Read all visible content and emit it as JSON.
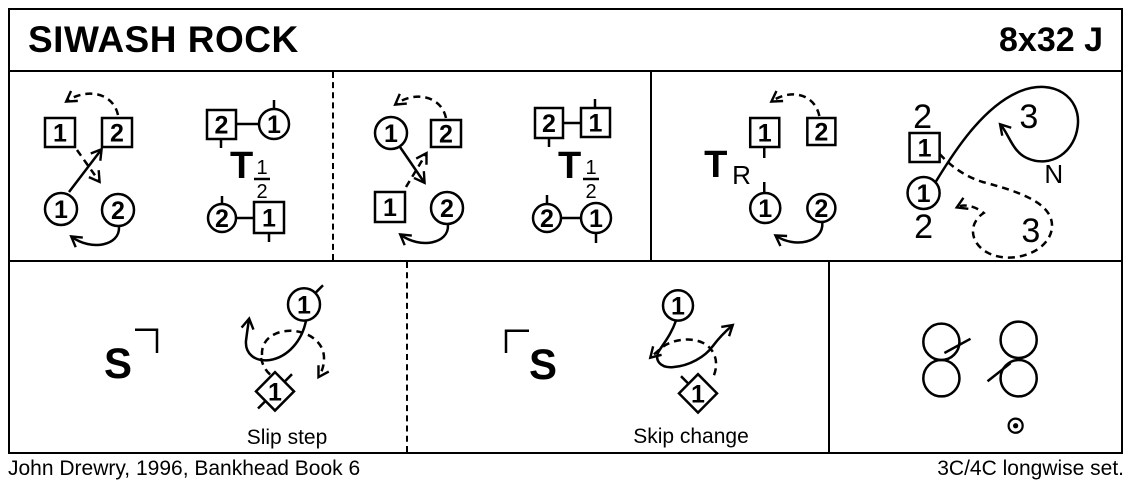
{
  "title": "SIWASH ROCK",
  "code": "8x32 J",
  "footer": {
    "left": "John Drewry, 1996, Bankhead Book 6",
    "right": "3C/4C longwise set."
  },
  "colors": {
    "ink": "#000000",
    "paper": "#ffffff"
  },
  "row1": {
    "cross_a": {
      "sq1": "1",
      "sq2": "2",
      "c1": "1",
      "c2": "2"
    },
    "turn_half_a": {
      "letter": "T",
      "num": "1",
      "den": "2",
      "top_sq": "2",
      "top_circle": "1",
      "bottom_circle": "2",
      "bottom_sq": "1"
    },
    "cross_b": {
      "c_top": "1",
      "sq_top": "2",
      "sq_bottom": "1",
      "c_bottom": "2"
    },
    "turn_half_b": {
      "letter": "T",
      "num": "1",
      "den": "2",
      "top_sq_left": "2",
      "top_sq_right": "1",
      "bottom_c_left": "2",
      "bottom_c_right": "1"
    },
    "turn_r": {
      "letter": "T",
      "sub": "R",
      "sq1": "1",
      "sq2": "2",
      "c1": "1",
      "c2": "2"
    },
    "cast": {
      "top_num": "2",
      "sq": "1",
      "circle": "1",
      "bottom_num": "2",
      "loop_top": "3",
      "loop_bottom": "3",
      "n": "N"
    }
  },
  "row2": {
    "slip": {
      "letter": "S",
      "circle": "1",
      "diamond": "1",
      "caption": "Slip step"
    },
    "skip": {
      "letter": "S",
      "circle": "1",
      "diamond": "1",
      "caption": "Skip change"
    }
  }
}
